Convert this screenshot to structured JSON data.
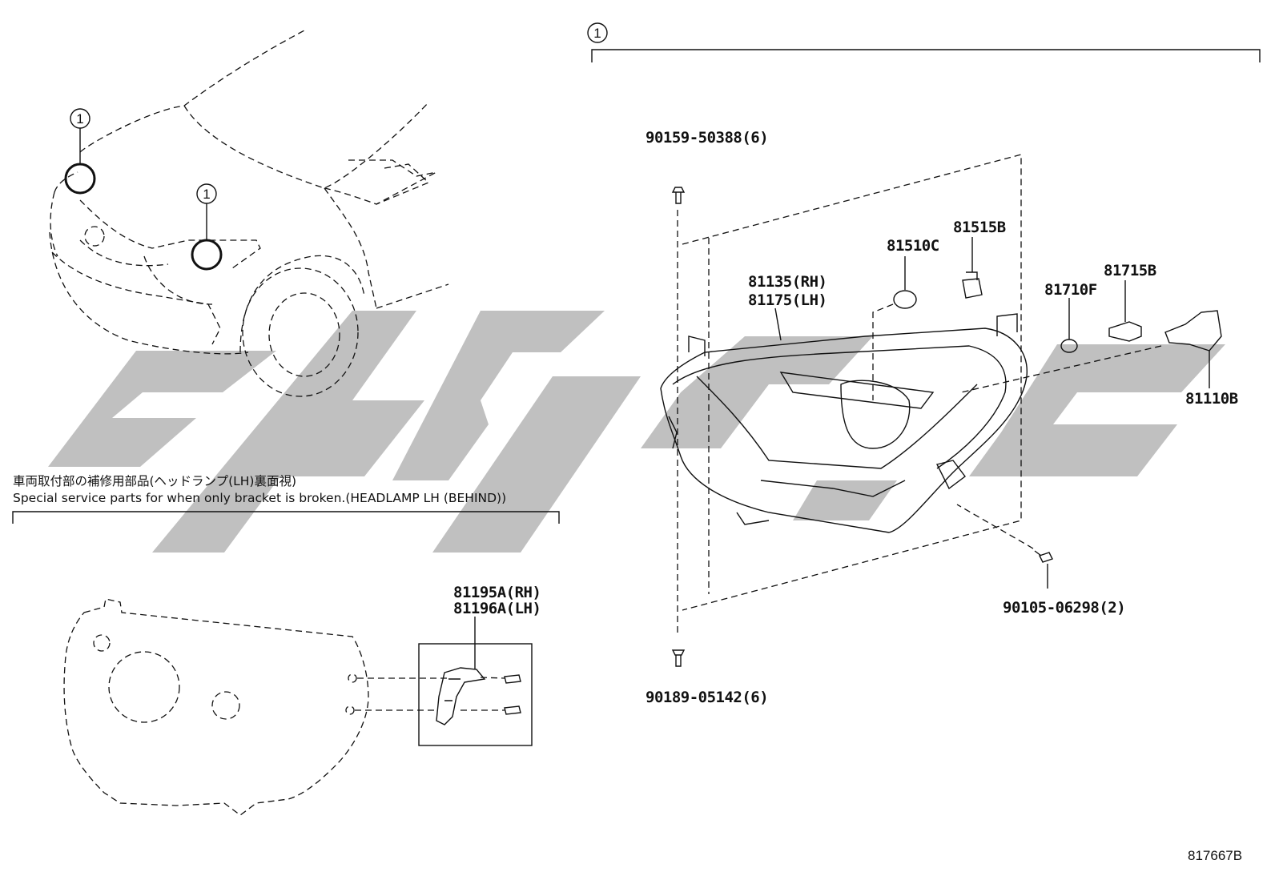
{
  "labels": {
    "callout_top": "1",
    "callout_car_a": "1",
    "callout_car_b": "1",
    "bolt_top": "90159-50388(6)",
    "bolt_bottom": "90189-05142(6)",
    "screw_right": "90105-06298(2)",
    "housing_rh": "81135(RH)",
    "housing_lh": "81175(LH)",
    "bulb_81510c": "81510C",
    "socket_81515b": "81515B",
    "cap_81710f": "81710F",
    "bulb_81715b": "81715B",
    "bulb_81110b": "81110B",
    "bracket_rh": "81195A(RH)",
    "bracket_lh": "81196A(LH)"
  },
  "notes": {
    "jp": "車両取付部の補修用部品(ヘッドランプ(LH)裏面視)",
    "en": "Special service parts for when only bracket is broken.(HEADLAMP LH (BEHIND))"
  },
  "diagram_id": "817667B"
}
